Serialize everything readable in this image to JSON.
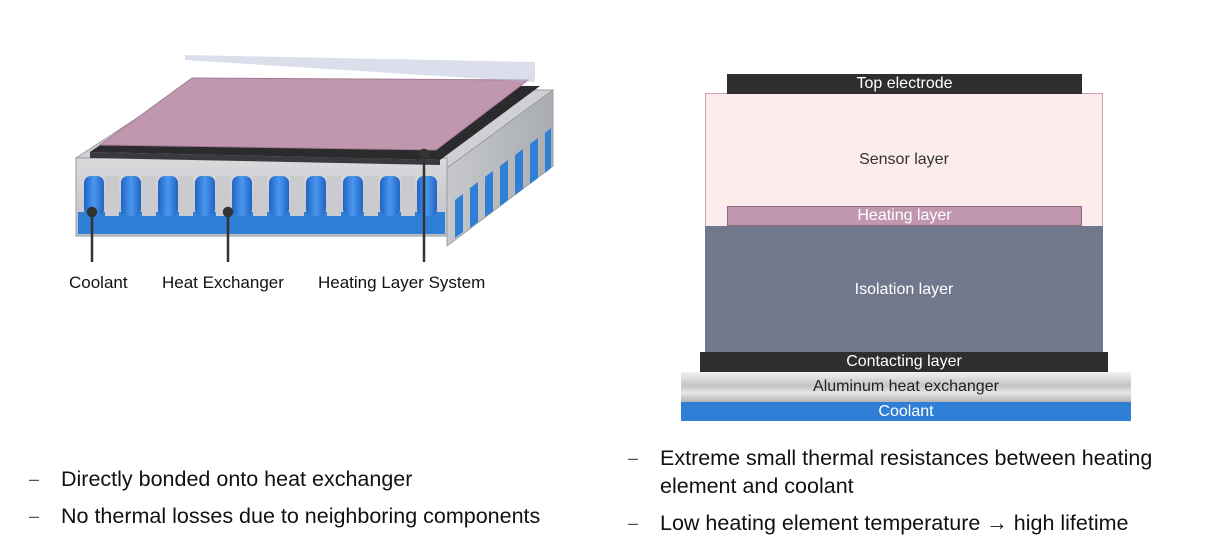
{
  "left_diagram": {
    "labels": {
      "coolant": "Coolant",
      "heat_exchanger": "Heat Exchanger",
      "heating_layer_system": "Heating Layer System"
    }
  },
  "right_diagram": {
    "layers": {
      "top_electrode": "Top electrode",
      "sensor": "Sensor layer",
      "heating": "Heating layer",
      "isolation": "Isolation layer",
      "contacting": "Contacting layer",
      "aluminum": "Aluminum heat exchanger",
      "coolant": "Coolant"
    }
  },
  "left_bullets": [
    "Directly bonded onto heat exchanger",
    "No thermal losses due to neighboring components"
  ],
  "right_bullets": [
    "Extreme small thermal resistances between heating element and coolant",
    "Low heating element temperature → high lifetime"
  ],
  "bullet_marker": "–",
  "colors": {
    "coolant_blue": "#2f7fd6",
    "heating_pink": "#c196af",
    "sensor_pink": "#fdecec",
    "isolation_gray": "#72788c",
    "electrode_dark": "#2e2e30"
  }
}
